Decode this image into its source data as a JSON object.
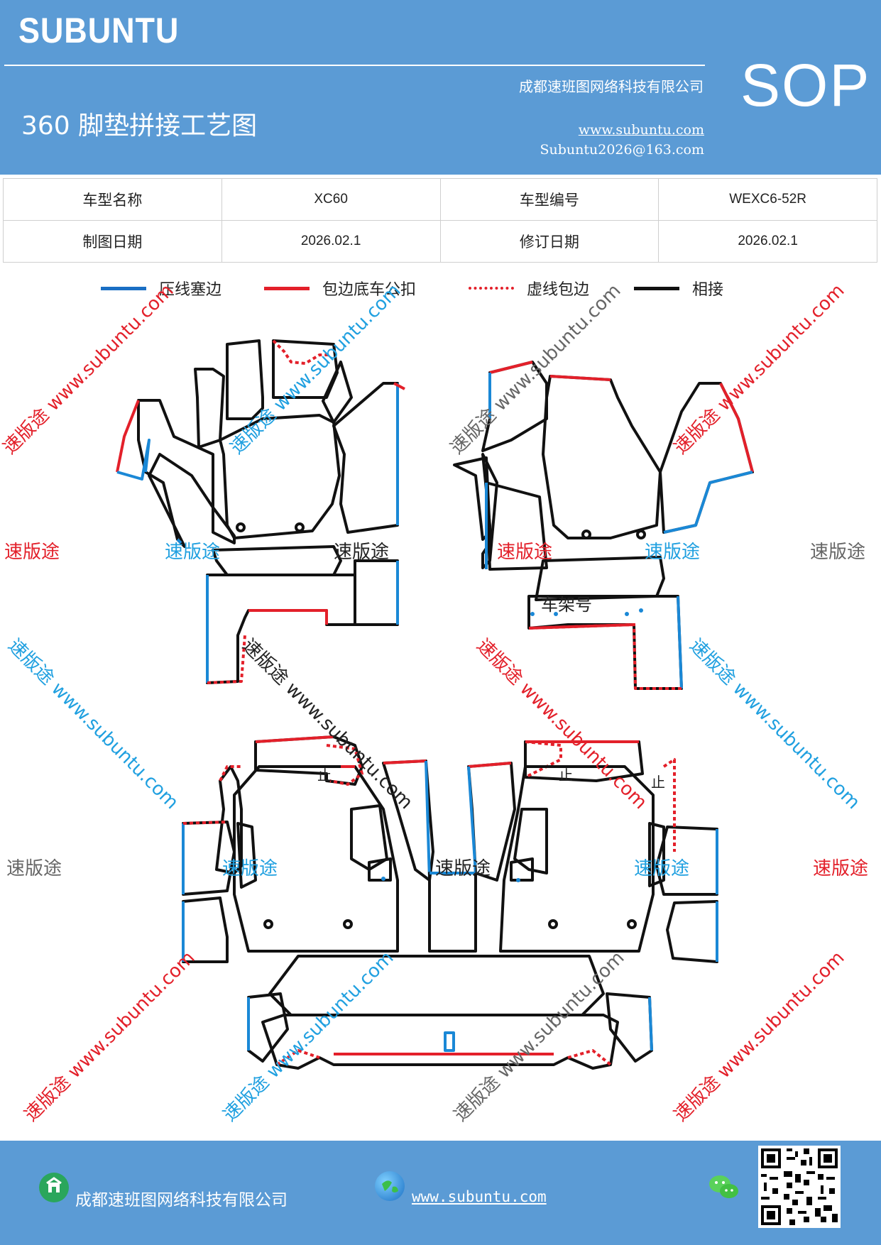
{
  "header": {
    "brand": "SUBUNTU",
    "doc_title": "360 脚垫拼接工艺图",
    "company": "成都速班图网络科技有限公司",
    "website": "www.subuntu.com",
    "email": "Subuntu2026@163.com",
    "badge": "SOP"
  },
  "info_table": {
    "rows": [
      {
        "label1": "车型名称",
        "value1": "XC60",
        "label2": "车型编号",
        "value2": "WEXC6-52R"
      },
      {
        "label1": "制图日期",
        "value1": "2026.02.1",
        "label2": "修订日期",
        "value2": "2026.02.1"
      }
    ]
  },
  "legend": [
    {
      "label": "压线塞边",
      "color": "#1a6fc4",
      "style": "solid"
    },
    {
      "label": "包边底车公扣",
      "color": "#e3202a",
      "style": "solid"
    },
    {
      "label": "虚线包边",
      "color": "#e3202a",
      "style": "dotted"
    },
    {
      "label": "相接",
      "color": "#111111",
      "style": "solid"
    }
  ],
  "diagram": {
    "frame_label": "车架号",
    "stop_label": "止",
    "watermark_text": "速版途",
    "watermark_url": "速版途 www.subuntu.com"
  },
  "footer": {
    "company": "成都速班图网络科技有限公司",
    "website": "www.subuntu.com",
    "icons": [
      "building-icon",
      "globe-icon",
      "wechat-icon",
      "qr-code"
    ]
  },
  "colors": {
    "header_bg": "#5b9bd5",
    "blue_edge": "#1a88d6",
    "red_edge": "#e3202a",
    "outline": "#111111"
  }
}
